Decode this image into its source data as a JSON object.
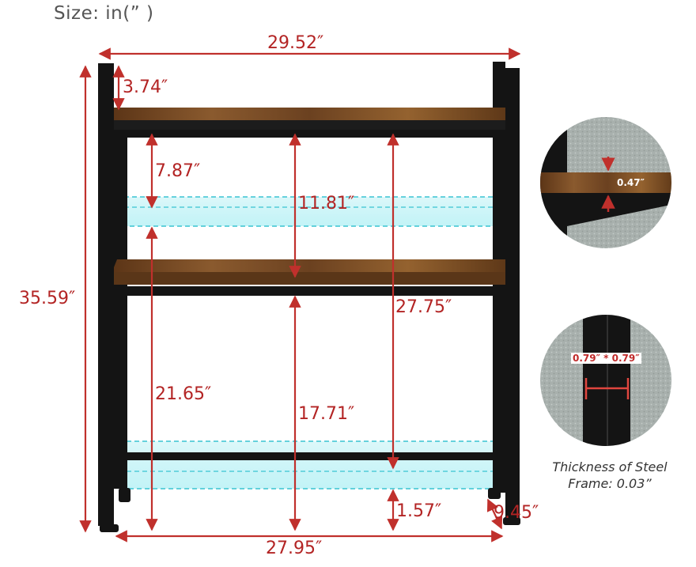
{
  "header": {
    "size_label": "Size: in(” )"
  },
  "dimensions": {
    "overall_width": "29.52″",
    "top_post_height": "3.74″",
    "top_gap": "7.87″",
    "top_to_middle": "11.81″",
    "total_height": "35.59″",
    "shelf_to_floor_bar": "27.75″",
    "middle_gap": "21.65″",
    "middle_to_bottom": "17.71″",
    "foot_height": "1.57″",
    "depth": "9.45″",
    "bottom_width": "27.95″"
  },
  "detail_board": {
    "thickness_label": "0.47″"
  },
  "detail_leg": {
    "section_label": "0.79″ * 0.79″"
  },
  "frame_note": {
    "line1": "Thickness of Steel",
    "line2": "Frame: 0.03”"
  },
  "colors": {
    "dimension_red": "#b32424",
    "frame_black": "#141414",
    "wood_brown": "#7a4a22",
    "ghost_shelf_cyan": "#5fd6e0"
  }
}
